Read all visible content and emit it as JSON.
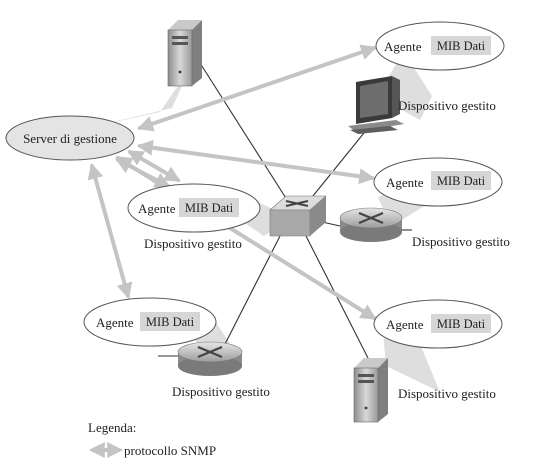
{
  "server": {
    "label": "Server di gestione"
  },
  "agent_label": "Agente",
  "mib_label": "MIB Dati",
  "devices": [
    {
      "id": "pc",
      "agent": "Agente",
      "mib": "MIB Dati",
      "caption": "Dispositivo gestito"
    },
    {
      "id": "router-right",
      "agent": "Agente",
      "mib": "MIB Dati",
      "caption": "Dispositivo gestito"
    },
    {
      "id": "switch-center",
      "agent": "Agente",
      "mib": "MIB Dati",
      "caption": "Dispositivo gestito"
    },
    {
      "id": "router-bottom-left",
      "agent": "Agente",
      "mib": "MIB Dati",
      "caption": "Dispositivo gestito"
    },
    {
      "id": "server-bottom-right",
      "agent": "Agente",
      "mib": "MIB Dati",
      "caption": "Dispositivo gestito"
    }
  ],
  "legend": {
    "title": "Legenda:",
    "item": "protocollo SNMP"
  },
  "colors": {
    "arrow": "#c4c4c4",
    "shadow": "#dedede",
    "mib_box": "#d6d6d6",
    "ellipse_fill": "#ffffff",
    "ellipse_stroke": "#555555",
    "server_ellipse_fill": "#e4e4e4"
  }
}
